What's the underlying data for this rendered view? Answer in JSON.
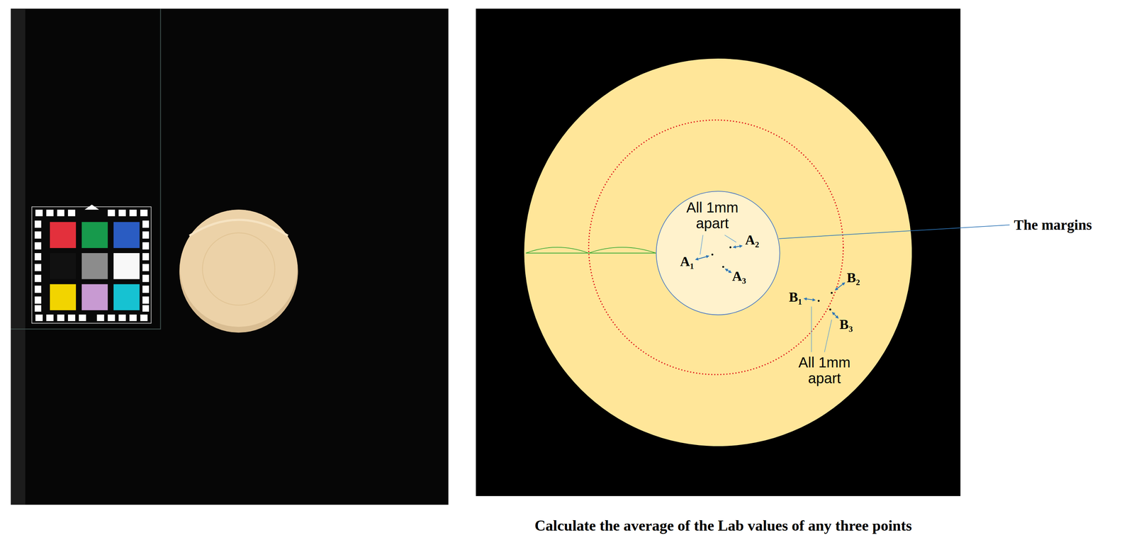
{
  "diagram": {
    "caption": "Calculate the average of the Lab values of any three points",
    "nodes": [
      {
        "text": [
          "B₁",
          "B₂",
          "B₃",
          "All 1mm apart"
        ]
      },
      {
        "text": [
          "All 1mm apart",
          "A₁",
          "A₂",
          "A₃"
        ],
        "in": 0
      }
    ],
    "labels": [
      "The margins"
    ]
  }
}
